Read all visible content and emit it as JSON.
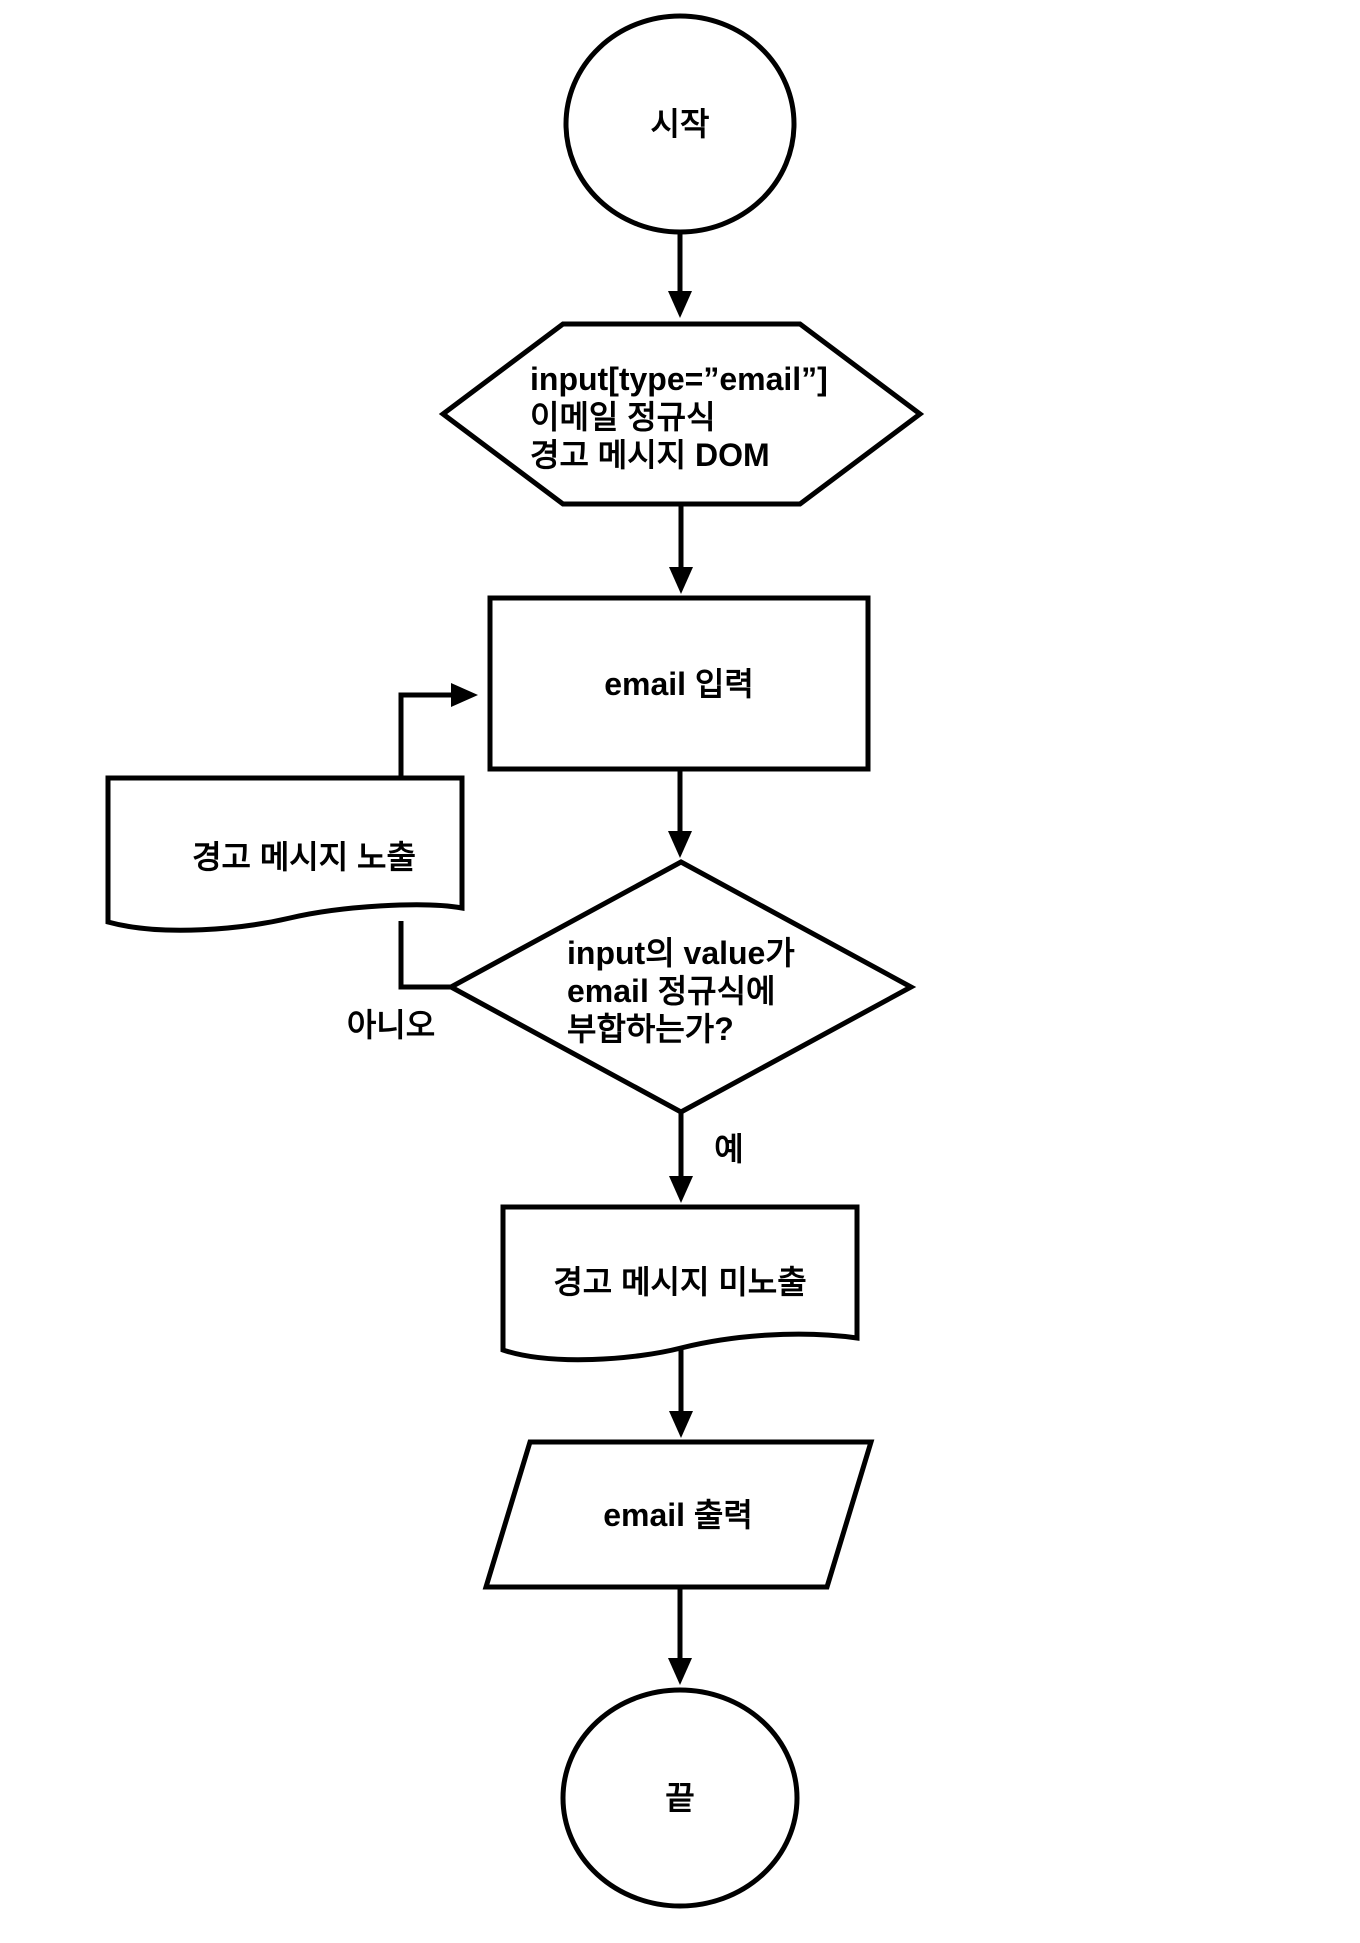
{
  "flowchart": {
    "background_color": "#ffffff",
    "line_color": "#000000",
    "nodes": {
      "start": {
        "shape": "circle",
        "label": "시작"
      },
      "preparation": {
        "shape": "hexagon",
        "lines": [
          "input[type=”email”]",
          "이메일 정규식",
          "경고 메시지 DOM"
        ]
      },
      "email_input": {
        "shape": "rectangle",
        "label": "email 입력"
      },
      "decision": {
        "shape": "diamond",
        "lines": [
          "input의 value가",
          "email 정규식에",
          "부합하는가?"
        ]
      },
      "warning_shown": {
        "shape": "document",
        "label": "경고 메시지 노출"
      },
      "warning_not_shown": {
        "shape": "document",
        "label": "경고 메시지 미노출"
      },
      "email_output": {
        "shape": "parallelogram",
        "label": "email 출력"
      },
      "end": {
        "shape": "circle",
        "label": "끝"
      }
    },
    "branch_labels": {
      "no": "아니오",
      "yes": "예"
    }
  }
}
